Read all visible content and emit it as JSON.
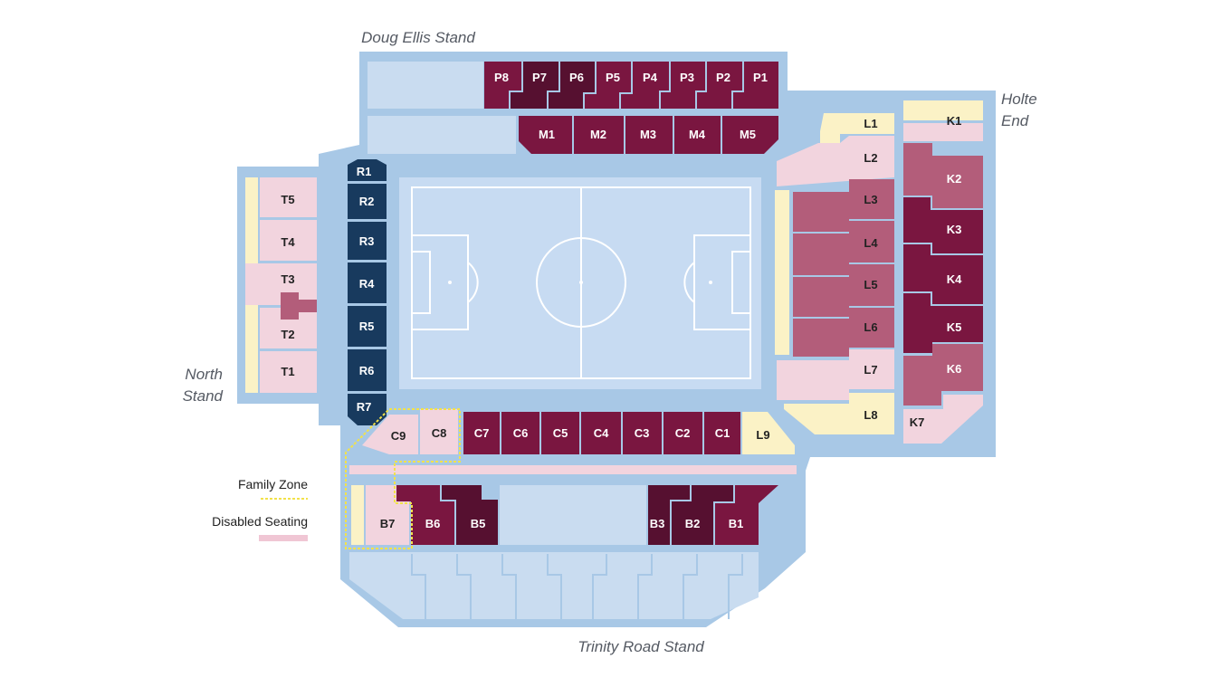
{
  "colors": {
    "surround": "#a8c8e6",
    "concourse": "#c9dcf0",
    "pitch": "#c7dbf2",
    "claret": "#7a1640",
    "claret_dark": "#561030",
    "mauve": "#b35d7a",
    "pink": "#f2d4de",
    "navy": "#183a5e",
    "cream": "#fbf2c6",
    "family_outline": "#f2e24a",
    "disabled": "#f0c6d4"
  },
  "stands": {
    "doug_ellis": "Doug Ellis Stand",
    "holte_end_1": "Holte",
    "holte_end_2": "End",
    "north_stand_1": "North",
    "north_stand_2": "Stand",
    "trinity_road": "Trinity Road Stand"
  },
  "blocks": {
    "P": [
      "P8",
      "P7",
      "P6",
      "P5",
      "P4",
      "P3",
      "P2",
      "P1"
    ],
    "M": [
      "M1",
      "M2",
      "M3",
      "M4",
      "M5"
    ],
    "R": [
      "R1",
      "R2",
      "R3",
      "R4",
      "R5",
      "R6",
      "R7"
    ],
    "T": [
      "T5",
      "T4",
      "T3",
      "T2",
      "T1"
    ],
    "L": [
      "L1",
      "L2",
      "L3",
      "L4",
      "L5",
      "L6",
      "L7",
      "L8",
      "L9"
    ],
    "K": [
      "K1",
      "K2",
      "K3",
      "K4",
      "K5",
      "K6",
      "K7"
    ],
    "C": [
      "C9",
      "C8",
      "C7",
      "C6",
      "C5",
      "C4",
      "C3",
      "C2",
      "C1"
    ],
    "B": [
      "B7",
      "B6",
      "B5",
      "B3",
      "B2",
      "B1"
    ]
  },
  "legend": {
    "family_zone": "Family Zone",
    "disabled_seating": "Disabled Seating"
  }
}
